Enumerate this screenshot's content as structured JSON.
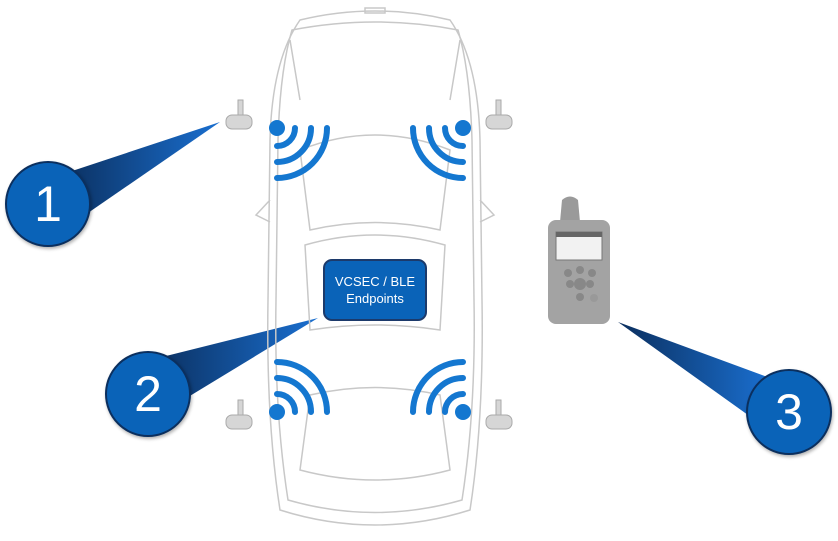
{
  "callouts": [
    {
      "label": "1"
    },
    {
      "label": "2"
    },
    {
      "label": "3"
    }
  ],
  "endpoint_box": {
    "line1": "VCSEC / BLE",
    "line2": "Endpoints"
  },
  "colors": {
    "accent": "#0a63b8",
    "dark": "#0b2f5e",
    "car_outline": "#c8c8c8",
    "device": "#9a9a9a"
  }
}
